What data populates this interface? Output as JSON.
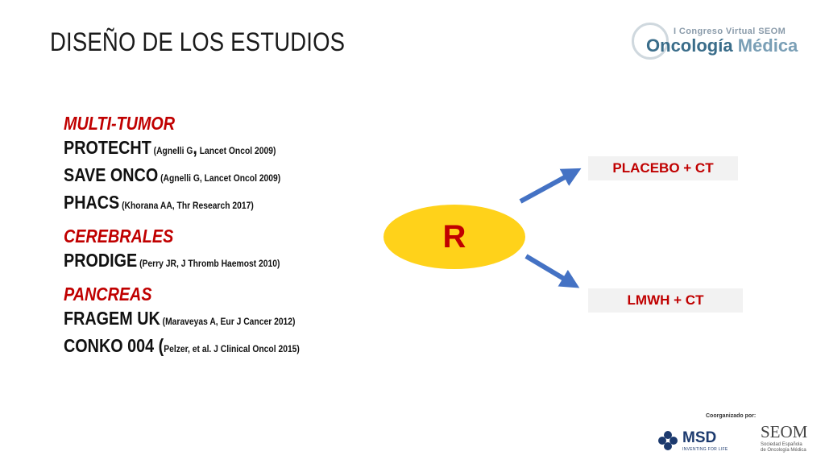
{
  "title": "DISEÑO DE LOS ESTUDIOS",
  "logo_top": {
    "small": "I Congreso Virtual SEOM",
    "big_main": "ncología",
    "big_o": "O",
    "big_secondary": "Médica"
  },
  "groups": [
    {
      "category": "MULTI-TUMOR",
      "studies": [
        {
          "name": "PROTECHT",
          "ref_pre": " (Agnelli G",
          "ref_comma": ",",
          "ref_post": " Lancet Oncol 2009)"
        },
        {
          "name": "SAVE ONCO",
          "ref": " (Agnelli G, Lancet Oncol 2009)"
        },
        {
          "name": "PHACS",
          "ref": " (Khorana AA, Thr Research 2017)"
        }
      ]
    },
    {
      "category": "CEREBRALES",
      "studies": [
        {
          "name": "PRODIGE",
          "ref": " (Perry JR, J Thromb Haemost 2010)"
        }
      ]
    },
    {
      "category": "PANCREAS",
      "studies": [
        {
          "name": "FRAGEM UK",
          "ref": " (Maraveyas A, Eur J Cancer 2012)"
        },
        {
          "name": "CONKO 004 (",
          "ref": "Pelzer, et al. J Clinical Oncol 2015)"
        }
      ]
    }
  ],
  "randomization": "R",
  "arms": [
    "PLACEBO + CT",
    "LMWH + CT"
  ],
  "colors": {
    "accent": "#c00000",
    "ellipse": "#ffd21a",
    "arrow": "#4472c4"
  },
  "footer": {
    "coorganized": "Coorganizado por:",
    "msd": "MSD",
    "msd_tagline": "INVENTING FOR LIFE",
    "seom": "SEOM",
    "seom_sub1": "Sociedad Española",
    "seom_sub2": "de Oncología Médica"
  }
}
